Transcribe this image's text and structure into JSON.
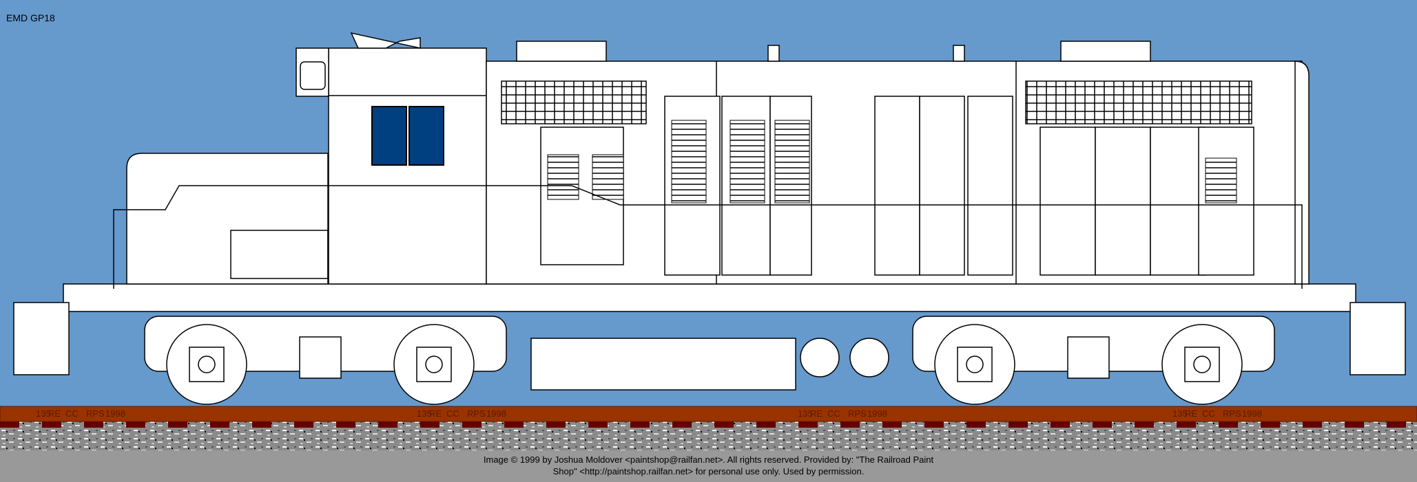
{
  "title": "EMD GP18",
  "rail_markings": [
    "135",
    "RE",
    "CC",
    "RPS",
    "1998"
  ],
  "credit_line1": "Image  © 1999 by Joshua Moldover <paintshop@railfan.net>.  All rights reserved.  Provided by: \"The Railroad Paint",
  "credit_line2": "Shop\" <http://paintshop.railfan.net> for personal use only.  Used by permission.",
  "colors": {
    "sky": "#6699cc",
    "window": "#003f80",
    "body": "#ffffff",
    "rail": "#993300",
    "ties": "#660000",
    "footer": "#999999"
  }
}
